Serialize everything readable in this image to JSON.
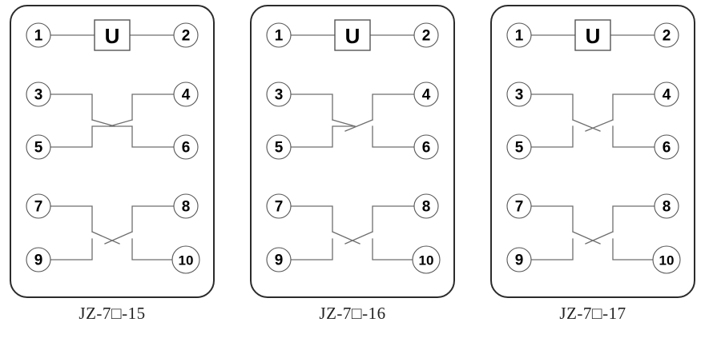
{
  "figure": {
    "type": "relay-wiring-diagrams",
    "count": 3,
    "background_color": "#ffffff",
    "panel_border_color": "#2b2b2b",
    "wire_color": "#6e6e6e",
    "terminal_stroke_color": "#555555",
    "text_color": "#000000"
  },
  "diagrams": [
    {
      "caption": "JZ-7□-15",
      "coil": {
        "label": "U",
        "left_terminal": "1",
        "right_terminal": "2"
      },
      "terminals": [
        {
          "id": "1",
          "label": "1",
          "side": "left",
          "row": "coil"
        },
        {
          "id": "2",
          "label": "2",
          "side": "right",
          "row": "coil"
        },
        {
          "id": "3",
          "label": "3",
          "side": "left",
          "row": "upper-top"
        },
        {
          "id": "4",
          "label": "4",
          "side": "right",
          "row": "upper-top"
        },
        {
          "id": "5",
          "label": "5",
          "side": "left",
          "row": "upper-bottom"
        },
        {
          "id": "6",
          "label": "6",
          "side": "right",
          "row": "upper-bottom"
        },
        {
          "id": "7",
          "label": "7",
          "side": "left",
          "row": "lower-top"
        },
        {
          "id": "8",
          "label": "8",
          "side": "right",
          "row": "lower-top"
        },
        {
          "id": "9",
          "label": "9",
          "side": "left",
          "row": "lower-bottom"
        },
        {
          "id": "10",
          "label": "10",
          "side": "right",
          "row": "lower-bottom"
        }
      ],
      "contacts": [
        {
          "name": "contact-3-5",
          "terminals": [
            "3",
            "5"
          ],
          "side": "left",
          "group": "upper",
          "type": "changeover"
        },
        {
          "name": "contact-4-6",
          "terminals": [
            "4",
            "6"
          ],
          "side": "right",
          "group": "upper",
          "type": "changeover"
        },
        {
          "name": "contact-7-9",
          "terminals": [
            "7",
            "9"
          ],
          "side": "left",
          "group": "lower",
          "type": "normally-open"
        },
        {
          "name": "contact-8-10",
          "terminals": [
            "8",
            "10"
          ],
          "side": "right",
          "group": "lower",
          "type": "normally-open"
        }
      ]
    },
    {
      "caption": "JZ-7□-16",
      "coil": {
        "label": "U",
        "left_terminal": "1",
        "right_terminal": "2"
      },
      "terminals": [
        {
          "id": "1",
          "label": "1",
          "side": "left",
          "row": "coil"
        },
        {
          "id": "2",
          "label": "2",
          "side": "right",
          "row": "coil"
        },
        {
          "id": "3",
          "label": "3",
          "side": "left",
          "row": "upper-top"
        },
        {
          "id": "4",
          "label": "4",
          "side": "right",
          "row": "upper-top"
        },
        {
          "id": "5",
          "label": "5",
          "side": "left",
          "row": "upper-bottom"
        },
        {
          "id": "6",
          "label": "6",
          "side": "right",
          "row": "upper-bottom"
        },
        {
          "id": "7",
          "label": "7",
          "side": "left",
          "row": "lower-top"
        },
        {
          "id": "8",
          "label": "8",
          "side": "right",
          "row": "lower-top"
        },
        {
          "id": "9",
          "label": "9",
          "side": "left",
          "row": "lower-bottom"
        },
        {
          "id": "10",
          "label": "10",
          "side": "right",
          "row": "lower-bottom"
        }
      ],
      "contacts": [
        {
          "name": "contact-3-5",
          "terminals": [
            "3",
            "5"
          ],
          "side": "left",
          "group": "upper",
          "type": "changeover"
        },
        {
          "name": "contact-4-6",
          "terminals": [
            "4",
            "6"
          ],
          "side": "right",
          "group": "upper",
          "type": "normally-open"
        },
        {
          "name": "contact-7-9",
          "terminals": [
            "7",
            "9"
          ],
          "side": "left",
          "group": "lower",
          "type": "normally-open"
        },
        {
          "name": "contact-8-10",
          "terminals": [
            "8",
            "10"
          ],
          "side": "right",
          "group": "lower",
          "type": "normally-open"
        }
      ]
    },
    {
      "caption": "JZ-7□-17",
      "coil": {
        "label": "U",
        "left_terminal": "1",
        "right_terminal": "2"
      },
      "terminals": [
        {
          "id": "1",
          "label": "1",
          "side": "left",
          "row": "coil"
        },
        {
          "id": "2",
          "label": "2",
          "side": "right",
          "row": "coil"
        },
        {
          "id": "3",
          "label": "3",
          "side": "left",
          "row": "upper-top"
        },
        {
          "id": "4",
          "label": "4",
          "side": "right",
          "row": "upper-top"
        },
        {
          "id": "5",
          "label": "5",
          "side": "left",
          "row": "upper-bottom"
        },
        {
          "id": "6",
          "label": "6",
          "side": "right",
          "row": "upper-bottom"
        },
        {
          "id": "7",
          "label": "7",
          "side": "left",
          "row": "lower-top"
        },
        {
          "id": "8",
          "label": "8",
          "side": "right",
          "row": "lower-top"
        },
        {
          "id": "9",
          "label": "9",
          "side": "left",
          "row": "lower-bottom"
        },
        {
          "id": "10",
          "label": "10",
          "side": "right",
          "row": "lower-bottom"
        }
      ],
      "contacts": [
        {
          "name": "contact-3-5",
          "terminals": [
            "3",
            "5"
          ],
          "side": "left",
          "group": "upper",
          "type": "normally-open"
        },
        {
          "name": "contact-4-6",
          "terminals": [
            "4",
            "6"
          ],
          "side": "right",
          "group": "upper",
          "type": "normally-open"
        },
        {
          "name": "contact-7-9",
          "terminals": [
            "7",
            "9"
          ],
          "side": "left",
          "group": "lower",
          "type": "normally-open"
        },
        {
          "name": "contact-8-10",
          "terminals": [
            "8",
            "10"
          ],
          "side": "right",
          "group": "lower",
          "type": "normally-open"
        }
      ]
    }
  ]
}
